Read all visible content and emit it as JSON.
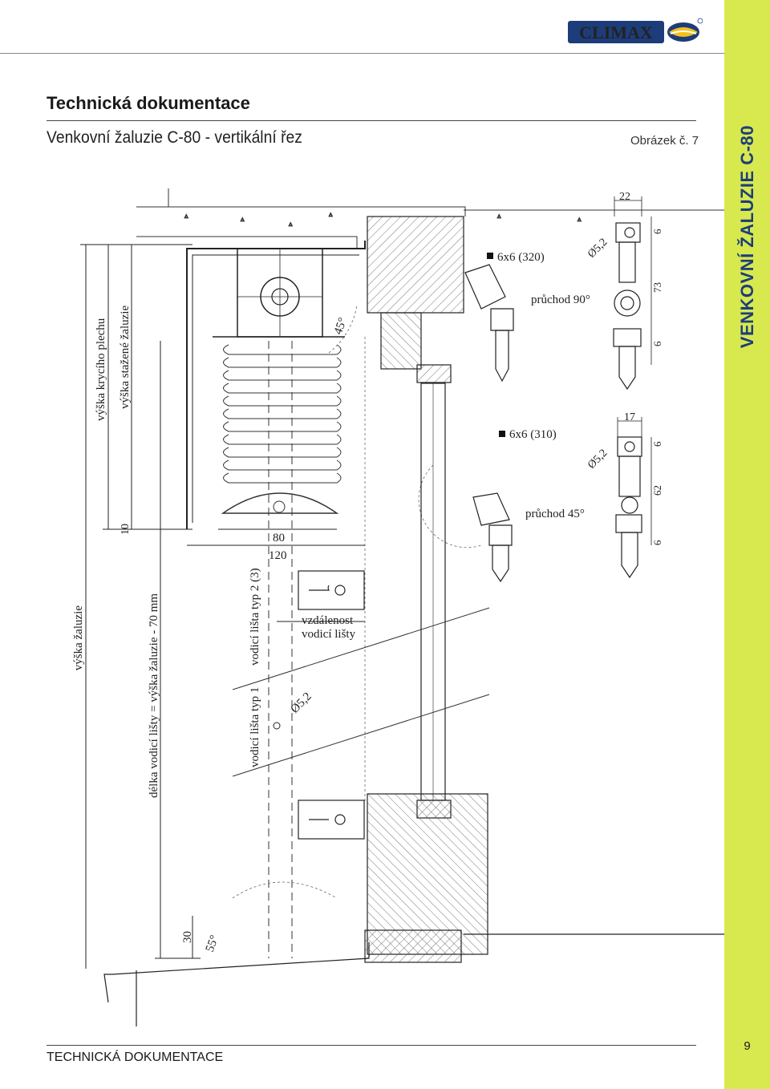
{
  "header": {
    "logo_text": "CLIMAX",
    "title": "Technická dokumentace",
    "subtitle": "Venkovní žaluzie C-80 - vertikální řez",
    "figure_ref": "Obrázek č. 7"
  },
  "sidebar": {
    "section_title": "VENKOVNÍ ŽALUZIE C-80",
    "color": "#d7e94f",
    "text_color": "#1d3d7a"
  },
  "drawing": {
    "vertical_labels": {
      "blind_height": "výška žaluzie",
      "cover_height": "výška krycího plechu",
      "retracted_height": "výška stažené žaluzie",
      "rail_length": "délka vodicí lišty = výška žaluzie - 70 mm",
      "rail_type_2": "vodicí lišta typ 2 (3)",
      "rail_type_1": "vodicí lišta typ 1"
    },
    "dimensions": {
      "d10": "10",
      "d80": "80",
      "d120": "120",
      "d30": "30",
      "d22": "22",
      "d17": "17",
      "d6a": "6",
      "d73": "73",
      "d6b": "6",
      "d6c": "6",
      "d62": "62",
      "d6d": "6"
    },
    "angles": {
      "a45": "45°",
      "a55": "55°"
    },
    "holes": {
      "hole_main": "Ø5,2",
      "hole_90": "Ø5,2",
      "hole_45": "Ø5,2"
    },
    "rail_distance": [
      "vzdálenost",
      "vodicí lišty"
    ],
    "callouts": {
      "shaft_320": "6x6 (320)",
      "passage_90": "průchod 90°",
      "shaft_310": "6x6 (310)",
      "passage_45": "průchod 45°"
    }
  },
  "footer": {
    "label": "TECHNICKÁ DOKUMENTACE",
    "page_number": "9"
  }
}
